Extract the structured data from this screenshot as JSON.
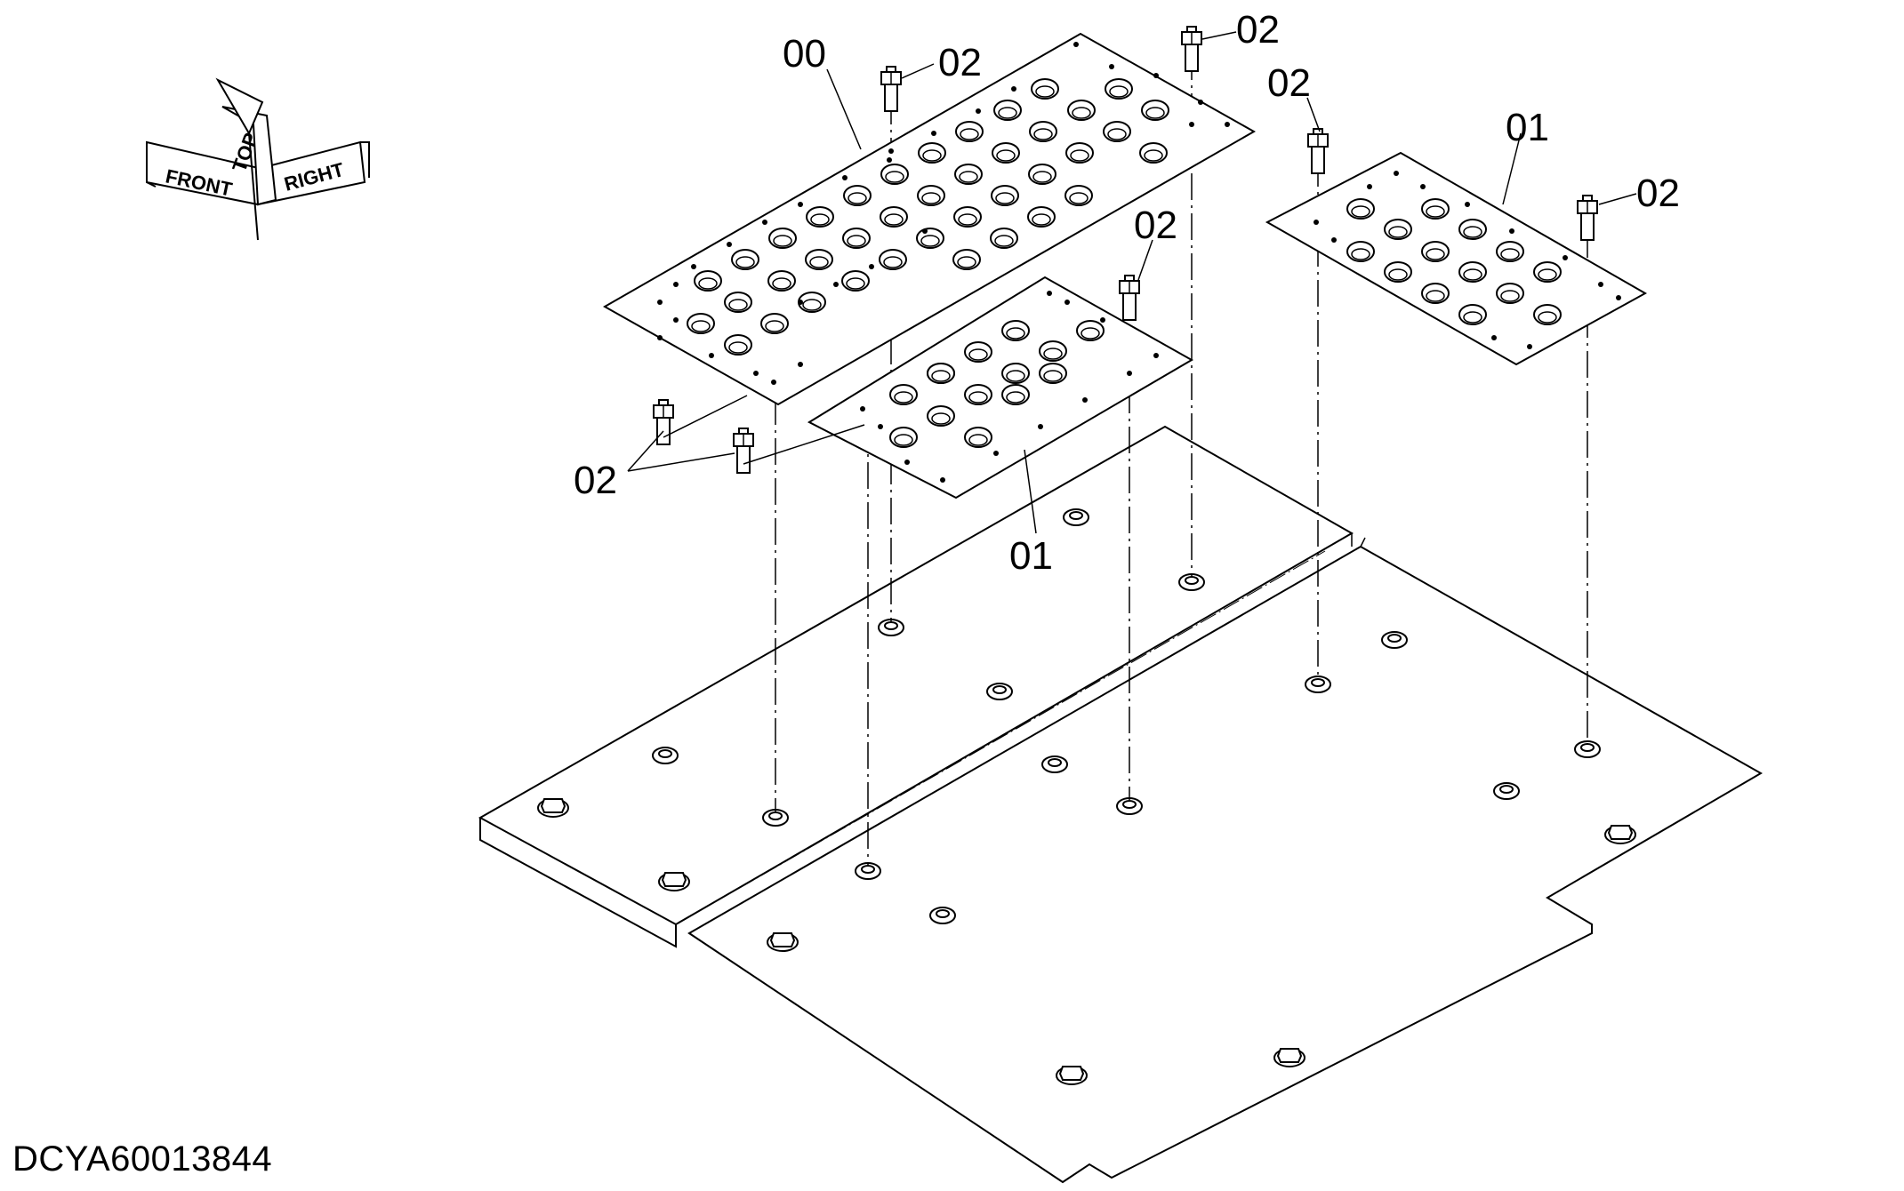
{
  "drawing": {
    "document_id": "DCYA60013844",
    "orientation_arrows": [
      "FRONT",
      "TOP",
      "RIGHT"
    ],
    "part_labels": {
      "plate_large": "00",
      "plate_center": "01",
      "plate_right": "01",
      "bolt": "02"
    }
  }
}
